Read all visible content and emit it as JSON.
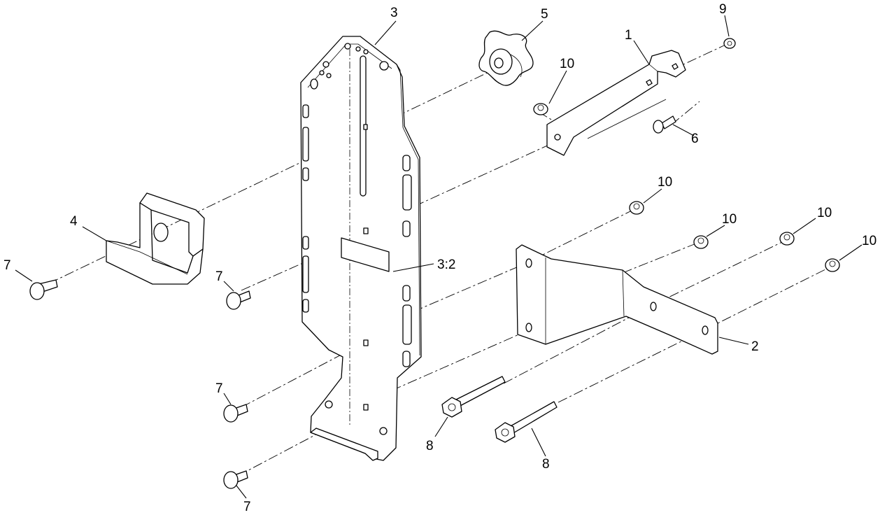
{
  "callouts": {
    "c1": "1",
    "c2": "2",
    "c3": "3",
    "c3_2": "3:2",
    "c4": "4",
    "c5": "5",
    "c6": "6",
    "c7a": "7",
    "c7b": "7",
    "c7c": "7",
    "c7d": "7",
    "c8a": "8",
    "c8b": "8",
    "c9": "9",
    "c10a": "10",
    "c10b": "10",
    "c10c": "10",
    "c10d": "10",
    "c10e": "10"
  }
}
